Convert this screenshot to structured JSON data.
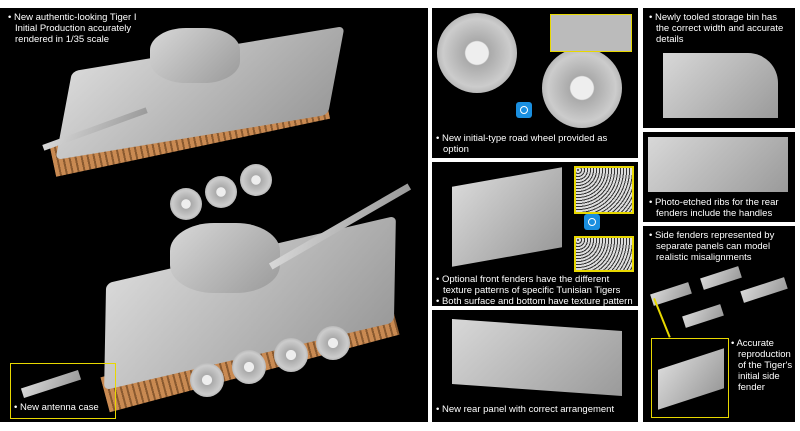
{
  "main_panel": {
    "intro": "New authentic-looking Tiger I Initial Production accurately rendered in 1/35 scale",
    "antenna": "New antenna case"
  },
  "road_wheel": {
    "caption": "New initial-type road wheel provided as option"
  },
  "front_fenders": {
    "captions": [
      "Optional front fenders have the different texture patterns of specific Tunisian Tigers",
      "Both surface and bottom have texture pattern"
    ]
  },
  "rear_panel": {
    "caption": "New rear panel with correct arrangement"
  },
  "storage_bin": {
    "caption": "Newly tooled storage bin has the correct width and accurate details"
  },
  "ribs": {
    "caption": "Photo-etched ribs for the rear fenders include the handles"
  },
  "side_fenders": {
    "caption": "Side fenders represented by separate panels can model realistic misalignments",
    "detail": "Accurate reproduction of the Tiger's initial side fender"
  },
  "colors": {
    "panel": "#000000",
    "highlight": "#e8d800",
    "badge": "#1a8fe0",
    "track": "#c98a52"
  }
}
